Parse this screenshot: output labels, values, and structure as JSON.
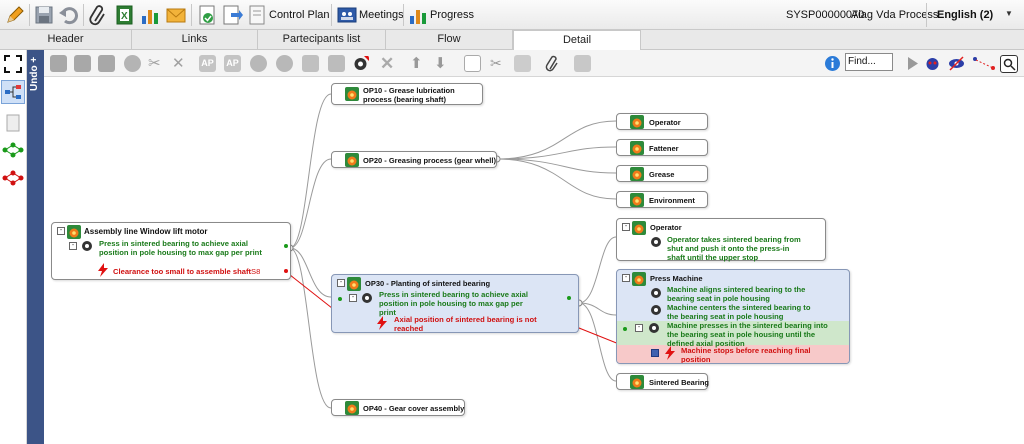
{
  "toolbar": {
    "control_plan_label": "Control Plan",
    "meetings_label": "Meetings",
    "progress_label": "Progress",
    "doc_id": "SYSP00000070",
    "process_name": "Aiag Vda Process",
    "language": "English (2)"
  },
  "tabs": [
    "Header",
    "Links",
    "Partecipants list",
    "Flow",
    "Detail"
  ],
  "active_tab": "Detail",
  "side": {
    "undo_label": "Undo"
  },
  "find": {
    "placeholder": "Find..."
  },
  "tree": {
    "root": {
      "title": "Assembly line Window lift motor",
      "function": "Press in sintered bearing to achieve axial position in pole housing to max gap per print",
      "failure": "Clearance too small to assemble shaft",
      "severity": "S8"
    },
    "op10": {
      "title": "OP10 - Grease lubrication process (bearing shaft)"
    },
    "op20": {
      "title": "OP20 - Greasing process (gear whell)"
    },
    "op20_children": [
      "Operator",
      "Fattener",
      "Grease",
      "Environment"
    ],
    "op30": {
      "title": "OP30 - Planting of sintered bearing",
      "function": "Press in sintered bearing to achieve axial position in pole housing to max gap per print",
      "failure": "Axial position of sintered bearing is not reached"
    },
    "op40": {
      "title": "OP40 - Gear cover assembly"
    },
    "operator": {
      "title": "Operator",
      "function": "Operator takes sintered bearing from shut and push it onto the press-in  shaft until the upper stop"
    },
    "press_machine": {
      "title": "Press Machine",
      "functions": [
        "Machine aligns sintered bearing to the bearing seat in pole housing",
        "Machine centers the sintered bearing to the bearing seat in pole housing",
        "Machine presses in  the sintered bearing into the bearing seat in pole housing until the defined axial position"
      ],
      "failure": "Machine stops before reaching final position"
    },
    "sintered_bearing": {
      "title": "Sintered Bearing"
    }
  }
}
